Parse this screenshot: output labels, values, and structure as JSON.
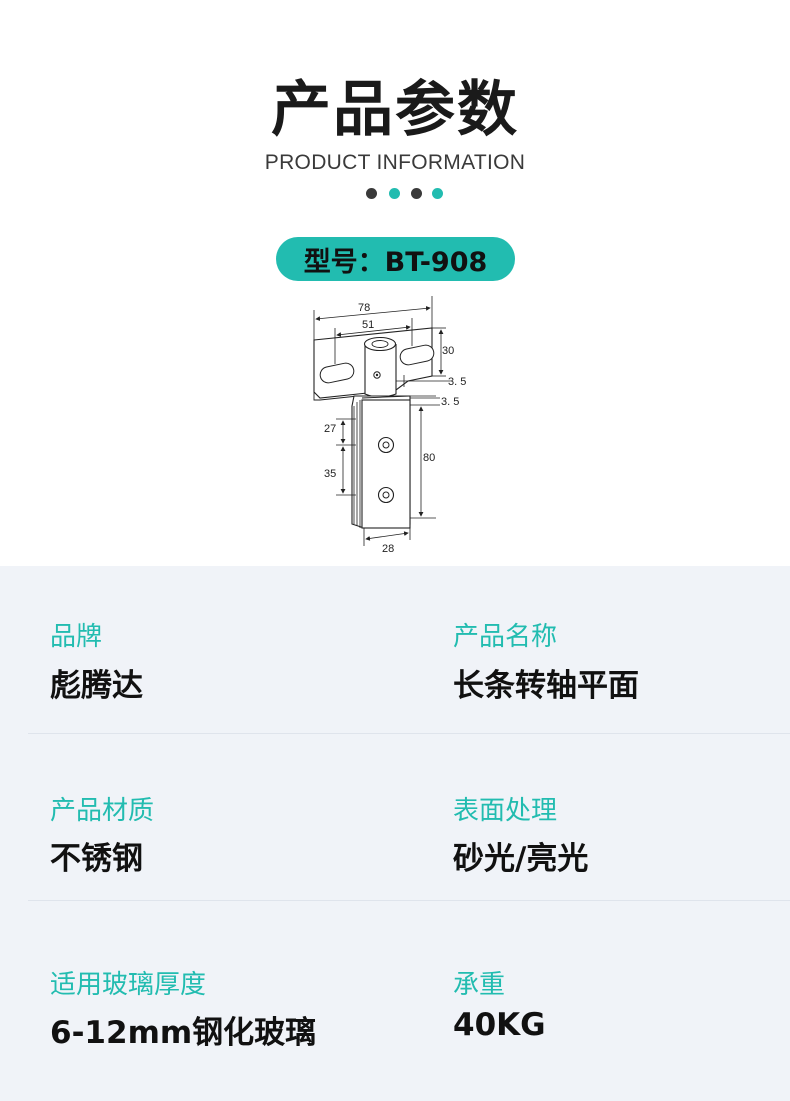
{
  "header": {
    "title": "产品参数",
    "subtitle": "PRODUCT INFORMATION",
    "dot_colors": [
      "#3a3a3a",
      "#22bcb0",
      "#3a3a3a",
      "#22bcb0"
    ]
  },
  "model": {
    "label": "型号：BT-908"
  },
  "diagram": {
    "dimensions": [
      "78",
      "51",
      "30",
      "3. 5",
      "3. 5",
      "27",
      "35",
      "80",
      "28"
    ]
  },
  "specs": [
    {
      "label": "品牌",
      "value": "彪腾达"
    },
    {
      "label": "产品名称",
      "value": "长条转轴平面"
    },
    {
      "label": "产品材质",
      "value": "不锈钢"
    },
    {
      "label": "表面处理",
      "value": "砂光/亮光"
    },
    {
      "label": "适用玻璃厚度",
      "value": "6-12mm钢化玻璃"
    },
    {
      "label": "承重",
      "value": "40KG"
    }
  ],
  "colors": {
    "accent": "#22bcb0",
    "panel": "#f0f3f8",
    "text": "#111111"
  }
}
